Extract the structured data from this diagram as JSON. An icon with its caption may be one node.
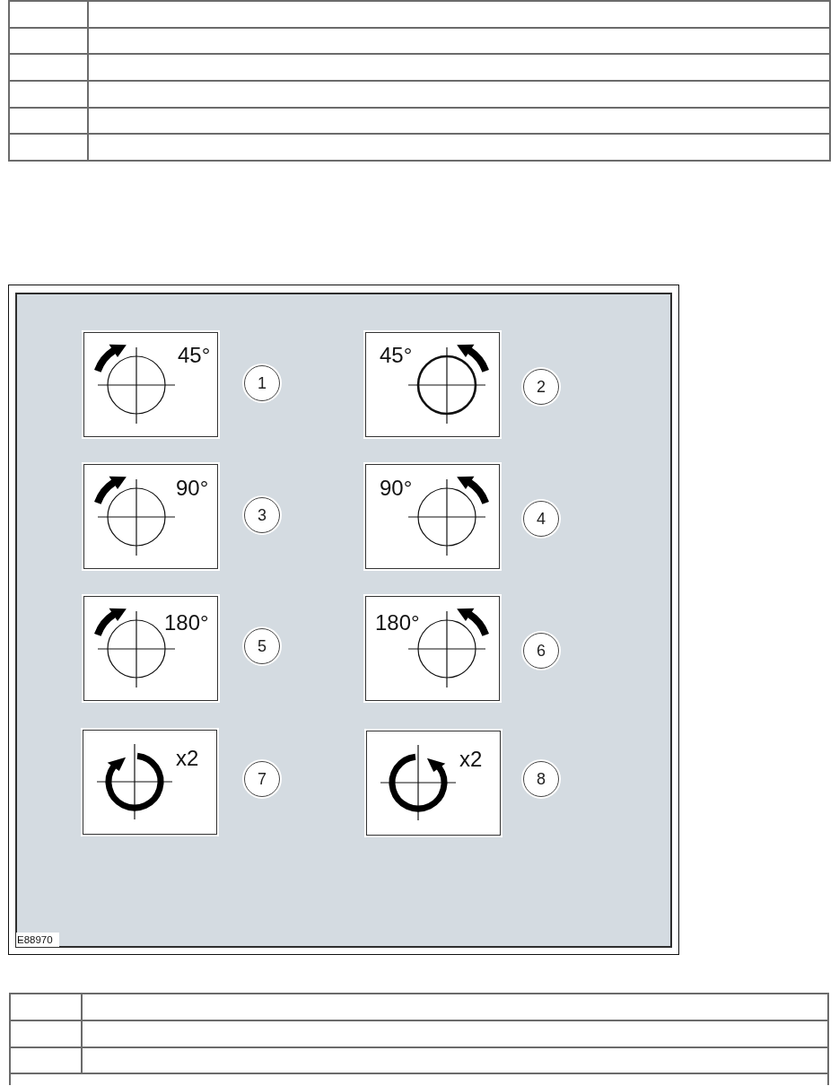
{
  "diagram": {
    "nodes": [
      {
        "text": [
          "45°"
        ]
      },
      {
        "text": [
          "45°"
        ]
      },
      {
        "text": [
          "90°"
        ]
      },
      {
        "text": [
          "90°"
        ]
      },
      {
        "text": [
          "180°"
        ]
      },
      {
        "text": [
          "180°"
        ]
      },
      {
        "text": [
          "x2"
        ]
      },
      {
        "text": [
          "x2"
        ]
      }
    ],
    "labels": [
      "1",
      "2",
      "3",
      "4",
      "5",
      "6",
      "7",
      "8",
      "E88970"
    ]
  }
}
